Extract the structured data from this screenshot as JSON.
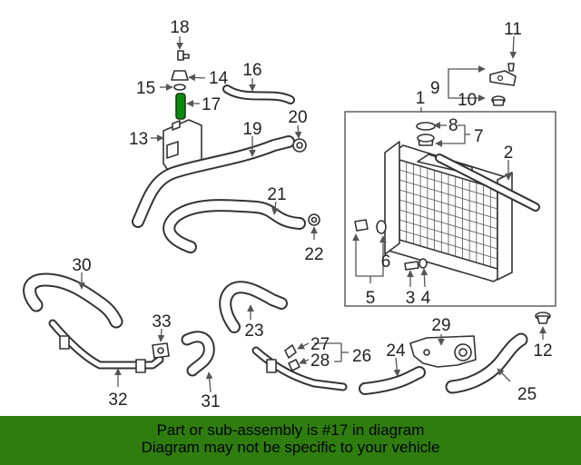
{
  "diagram": {
    "callouts": [
      "1",
      "2",
      "3",
      "4",
      "5",
      "6",
      "7",
      "8",
      "9",
      "10",
      "11",
      "12",
      "13",
      "14",
      "15",
      "16",
      "17",
      "18",
      "19",
      "20",
      "21",
      "22",
      "23",
      "24",
      "25",
      "26",
      "27",
      "28",
      "29",
      "30",
      "31",
      "32",
      "33"
    ],
    "highlight_color": "#0a8a12",
    "banner_color": "#2e7d0e"
  },
  "banner": {
    "line1": "Part or sub-assembly is #17 in diagram",
    "line2": "Diagram may not be specific to your vehicle"
  }
}
